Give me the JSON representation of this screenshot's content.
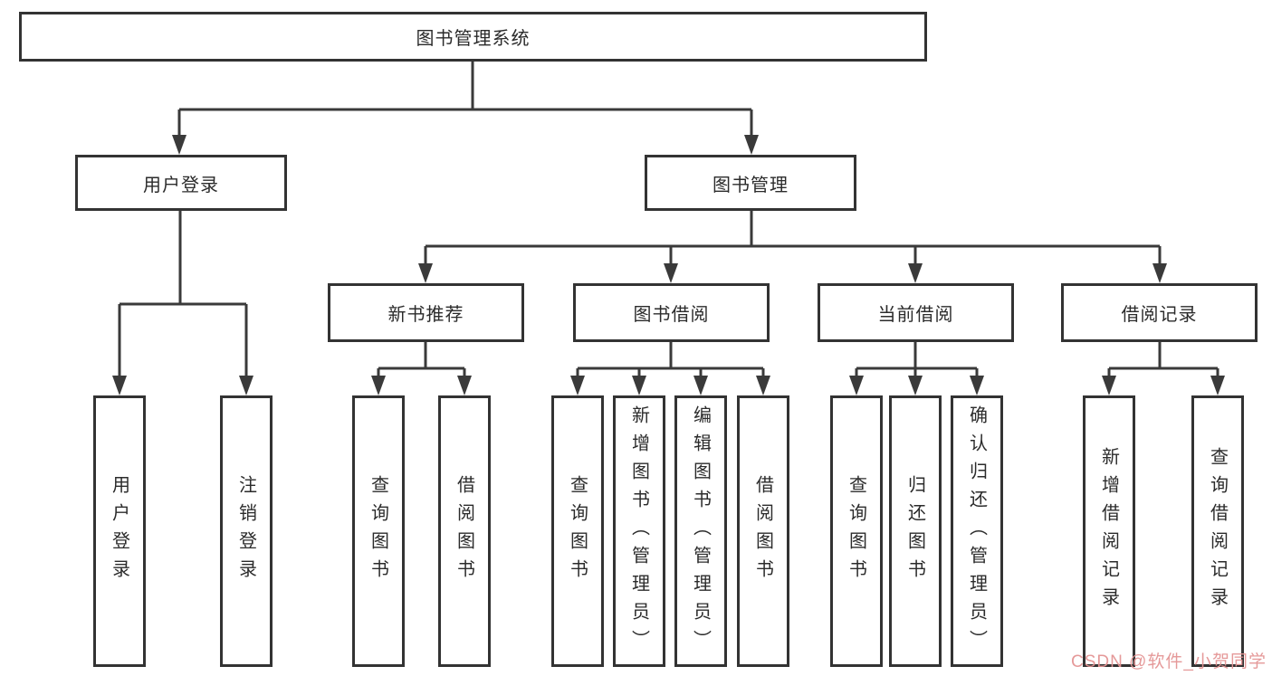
{
  "diagram_title": "图书管理系统",
  "tree": {
    "root": {
      "label": "图书管理系统"
    },
    "level2": [
      {
        "label": "用户登录"
      },
      {
        "label": "图书管理"
      }
    ],
    "level3": [
      {
        "label": "新书推荐"
      },
      {
        "label": "图书借阅"
      },
      {
        "label": "当前借阅"
      },
      {
        "label": "借阅记录"
      }
    ],
    "leaves": [
      {
        "label": "用户登录"
      },
      {
        "label": "注销登录"
      },
      {
        "label": "查询图书"
      },
      {
        "label": "借阅图书"
      },
      {
        "label": "查询图书"
      },
      {
        "label": "新增图书（管理员）"
      },
      {
        "label": "编辑图书（管理员）"
      },
      {
        "label": "借阅图书"
      },
      {
        "label": "查询图书"
      },
      {
        "label": "归还图书"
      },
      {
        "label": "确认归还（管理员）"
      },
      {
        "label": "新增借阅记录"
      },
      {
        "label": "查询借阅记录"
      }
    ]
  },
  "watermark": {
    "text": "CSDN @软件_小贺同学",
    "color": "#e49494"
  },
  "colors": {
    "line": "#3a3a3a",
    "box_border": "#333333",
    "text": "#2b2b2b",
    "background": "#ffffff"
  }
}
